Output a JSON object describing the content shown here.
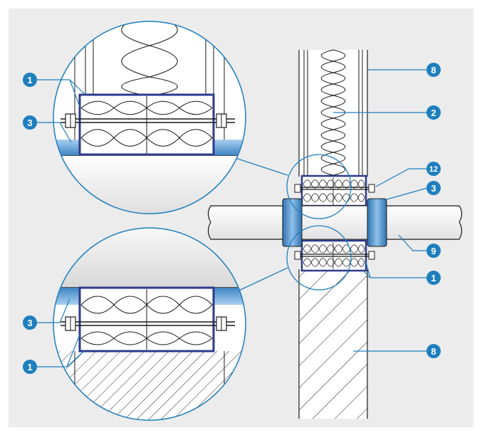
{
  "diagram": {
    "colors": {
      "background": "#ececec",
      "line": "#1a1a1a",
      "leader": "#1e7fbf",
      "badge": "#1e7fbf",
      "frame": "#2d3a8c",
      "sleeve": "#4a90c8",
      "pipe": "#f4f4f4"
    },
    "callouts": [
      {
        "id": "c1a",
        "label": "1"
      },
      {
        "id": "c3a",
        "label": "3"
      },
      {
        "id": "c3b",
        "label": "3"
      },
      {
        "id": "c1b",
        "label": "1"
      },
      {
        "id": "c8a",
        "label": "8"
      },
      {
        "id": "c2",
        "label": "2"
      },
      {
        "id": "c12",
        "label": "12"
      },
      {
        "id": "c3c",
        "label": "3"
      },
      {
        "id": "c9",
        "label": "9"
      },
      {
        "id": "c1c",
        "label": "1"
      },
      {
        "id": "c8b",
        "label": "8"
      }
    ]
  }
}
